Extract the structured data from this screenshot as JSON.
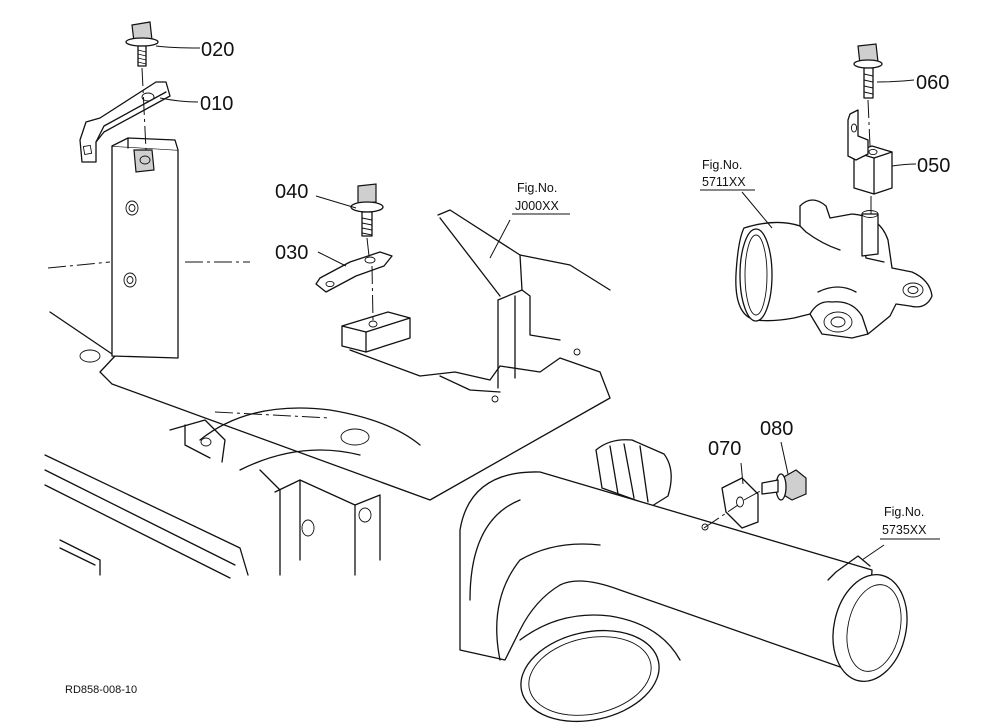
{
  "callouts": {
    "c020": "020",
    "c010": "010",
    "c040": "040",
    "c030": "030",
    "c060": "060",
    "c050": "050",
    "c070": "070",
    "c080": "080"
  },
  "figure_refs": {
    "j000": {
      "label": "Fig.No.",
      "code": "J000XX"
    },
    "f5711": {
      "label": "Fig.No.",
      "code": "5711XX"
    },
    "f5735": {
      "label": "Fig.No.",
      "code": "5735XX"
    }
  },
  "drawing_code": "RD858-008-10"
}
